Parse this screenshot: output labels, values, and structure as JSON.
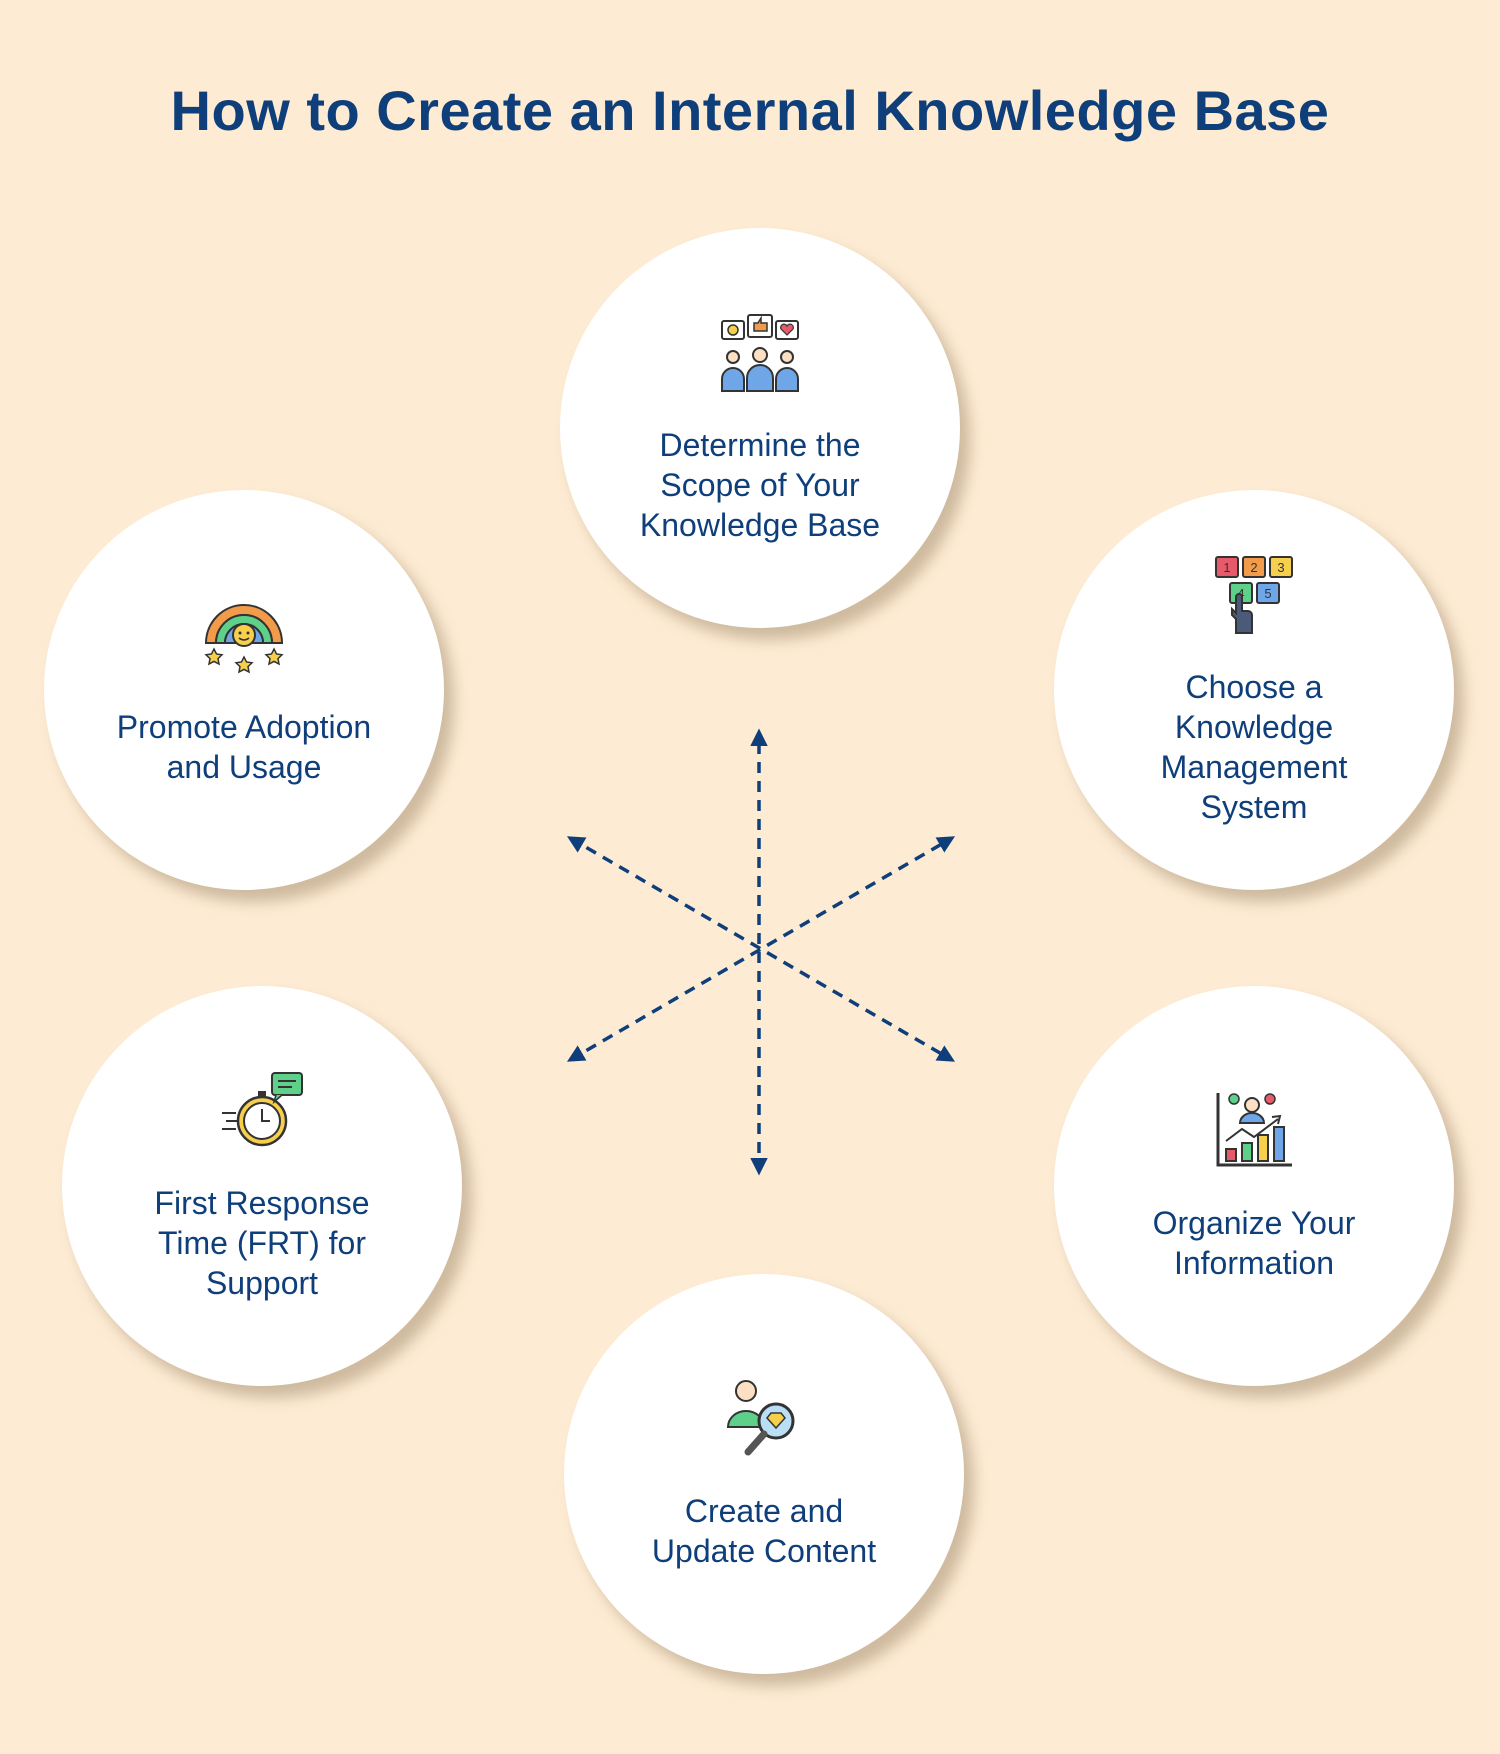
{
  "title": "How to Create an Internal Knowledge Base",
  "steps": [
    {
      "id": "scope",
      "label": "Determine the Scope of Your Knowledge Base",
      "icon": "people-feedback-icon"
    },
    {
      "id": "system",
      "label": "Choose a Knowledge Management System",
      "icon": "numbered-blocks-pointer-icon"
    },
    {
      "id": "organize",
      "label": "Organize Your Information",
      "icon": "growth-chart-user-icon"
    },
    {
      "id": "content",
      "label": "Create and Update Content",
      "icon": "user-magnifier-diamond-icon"
    },
    {
      "id": "frt",
      "label": "First Response Time (FRT) for Support",
      "icon": "stopwatch-chat-icon"
    },
    {
      "id": "adoption",
      "label": "Promote Adoption and Usage",
      "icon": "rainbow-smiley-stars-icon"
    }
  ],
  "colors": {
    "background": "#fdebd3",
    "heading": "#0f3f7a",
    "arrow": "#0f3f7a",
    "circle": "#ffffff"
  }
}
